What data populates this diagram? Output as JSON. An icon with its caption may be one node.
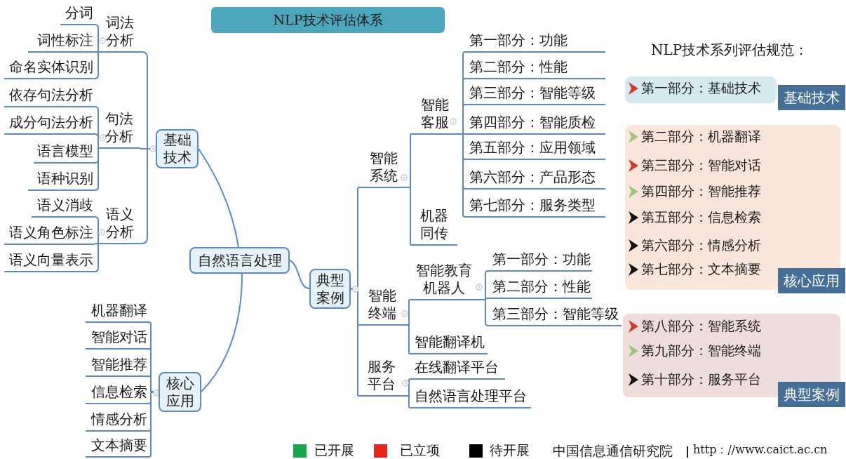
{
  "diagram": {
    "title": "NLP技术评估体系",
    "nodes": [
      {
        "text": [
          "自然语言处理"
        ]
      },
      {
        "text": [
          "基础技术"
        ]
      },
      {
        "text": [
          "词法分析"
        ]
      },
      {
        "text": [
          "分词"
        ]
      },
      {
        "text": [
          "词性标注"
        ]
      },
      {
        "text": [
          "命名实体识别"
        ]
      },
      {
        "text": [
          "句法分析"
        ]
      },
      {
        "text": [
          "依存句法分析"
        ]
      },
      {
        "text": [
          "成分句法分析"
        ]
      },
      {
        "text": [
          "语言模型"
        ]
      },
      {
        "text": [
          "语种识别"
        ]
      },
      {
        "text": [
          "语义分析"
        ]
      },
      {
        "text": [
          "语义消歧"
        ]
      },
      {
        "text": [
          "语义角色标注"
        ]
      },
      {
        "text": [
          "语义向量表示"
        ]
      },
      {
        "text": [
          "核心应用"
        ]
      },
      {
        "text": [
          "机器翻译"
        ]
      },
      {
        "text": [
          "智能对话"
        ]
      },
      {
        "text": [
          "智能推荐"
        ]
      },
      {
        "text": [
          "信息检索"
        ]
      },
      {
        "text": [
          "情感分析"
        ]
      },
      {
        "text": [
          "文本摘要"
        ]
      },
      {
        "text": [
          "典型案例"
        ]
      },
      {
        "text": [
          "智能系统"
        ]
      },
      {
        "text": [
          "智能客服"
        ]
      },
      {
        "text": [
          "第一部分：功能"
        ]
      },
      {
        "text": [
          "第二部分：性能"
        ]
      },
      {
        "text": [
          "第三部分：智能等级"
        ]
      },
      {
        "text": [
          "第四部分：智能质检"
        ]
      },
      {
        "text": [
          "第五部分：应用领域"
        ]
      },
      {
        "text": [
          "第六部分：产品形态"
        ]
      },
      {
        "text": [
          "第七部分：服务类型"
        ]
      },
      {
        "text": [
          "机器同传"
        ]
      },
      {
        "text": [
          "智能终端"
        ]
      },
      {
        "text": [
          "智能教育机器人"
        ]
      },
      {
        "text": [
          "第一部分：功能"
        ]
      },
      {
        "text": [
          "第二部分：性能"
        ]
      },
      {
        "text": [
          "第三部分：智能等级"
        ]
      },
      {
        "text": [
          "智能翻译机"
        ]
      },
      {
        "text": [
          "服务平台"
        ]
      },
      {
        "text": [
          "在线翻译平台"
        ]
      },
      {
        "text": [
          "自然语言处理平台"
        ]
      },
      {
        "text": [],
        "shape": "box"
      },
      {
        "text": [
          "第一部分：基础技术"
        ],
        "in": 42
      },
      {
        "text": [
          "基础技术"
        ]
      },
      {
        "text": [],
        "shape": "box"
      },
      {
        "text": [
          "第二部分：机器翻译"
        ],
        "in": 45
      },
      {
        "text": [
          "第三部分：智能对话"
        ],
        "in": 45
      },
      {
        "text": [
          "第四部分：智能推荐"
        ],
        "in": 45
      },
      {
        "text": [
          "第五部分：信息检索"
        ],
        "in": 45
      },
      {
        "text": [
          "第六部分：情感分析"
        ],
        "in": 45
      },
      {
        "text": [
          "第七部分：文本摘要"
        ],
        "in": 45
      },
      {
        "text": [
          "核心应用"
        ]
      },
      {
        "text": [],
        "shape": "box"
      },
      {
        "text": [
          "第八部分：智能系统"
        ],
        "in": 53
      },
      {
        "text": [
          "第九部分：智能终端"
        ],
        "in": 53
      },
      {
        "text": [
          "第十部分：服务平台"
        ],
        "in": 53
      },
      {
        "text": [
          "典型案例"
        ]
      }
    ],
    "edges": [
      {
        "from": 0,
        "to": 1,
        "arrow": "none"
      },
      {
        "from": 1,
        "to": 2,
        "arrow": "none"
      },
      {
        "from": 2,
        "to": 3,
        "arrow": "none"
      },
      {
        "from": 2,
        "to": 4,
        "arrow": "none"
      },
      {
        "from": 2,
        "to": 5,
        "arrow": "none"
      },
      {
        "from": 1,
        "to": 6,
        "arrow": "none"
      },
      {
        "from": 6,
        "to": 7,
        "arrow": "none"
      },
      {
        "from": 6,
        "to": 8,
        "arrow": "none"
      },
      {
        "from": 6,
        "to": 9,
        "arrow": "none"
      },
      {
        "from": 6,
        "to": 10,
        "arrow": "none"
      },
      {
        "from": 1,
        "to": 11,
        "arrow": "none"
      },
      {
        "from": 11,
        "to": 12,
        "arrow": "none"
      },
      {
        "from": 11,
        "to": 13,
        "arrow": "none"
      },
      {
        "from": 11,
        "to": 14,
        "arrow": "none"
      },
      {
        "from": 0,
        "to": 15,
        "arrow": "none"
      },
      {
        "from": 15,
        "to": 16,
        "arrow": "none"
      },
      {
        "from": 15,
        "to": 17,
        "arrow": "none"
      },
      {
        "from": 15,
        "to": 18,
        "arrow": "none"
      },
      {
        "from": 15,
        "to": 19,
        "arrow": "none"
      },
      {
        "from": 15,
        "to": 20,
        "arrow": "none"
      },
      {
        "from": 15,
        "to": 21,
        "arrow": "none"
      },
      {
        "from": 0,
        "to": 22,
        "arrow": "none"
      },
      {
        "from": 22,
        "to": 23,
        "arrow": "none"
      },
      {
        "from": 23,
        "to": 24,
        "arrow": "none"
      },
      {
        "from": 24,
        "to": 25,
        "arrow": "none"
      },
      {
        "from": 24,
        "to": 26,
        "arrow": "none"
      },
      {
        "from": 24,
        "to": 27,
        "arrow": "none"
      },
      {
        "from": 24,
        "to": 28,
        "arrow": "none"
      },
      {
        "from": 24,
        "to": 29,
        "arrow": "none"
      },
      {
        "from": 24,
        "to": 30,
        "arrow": "none"
      },
      {
        "from": 24,
        "to": 31,
        "arrow": "none"
      },
      {
        "from": 23,
        "to": 32,
        "arrow": "none"
      },
      {
        "from": 22,
        "to": 33,
        "arrow": "none"
      },
      {
        "from": 33,
        "to": 34,
        "arrow": "none"
      },
      {
        "from": 34,
        "to": 35,
        "arrow": "none"
      },
      {
        "from": 34,
        "to": 36,
        "arrow": "none"
      },
      {
        "from": 34,
        "to": 37,
        "arrow": "none"
      },
      {
        "from": 33,
        "to": 38,
        "arrow": "none"
      },
      {
        "from": 22,
        "to": 39,
        "arrow": "none"
      },
      {
        "from": 39,
        "to": 40,
        "arrow": "none"
      },
      {
        "from": 39,
        "to": 41,
        "arrow": "none"
      }
    ],
    "labels": [
      "NLP技术系列评估规范：",
      "中国信息通信研究院",
      "http：//www.caict.ac.cn"
    ],
    "legend": [
      {
        "text": "已开展",
        "color": "#1aa64a"
      },
      {
        "text": "已立项",
        "color": "#e8251c"
      },
      {
        "text": "待开展",
        "color": "#000000"
      }
    ]
  }
}
